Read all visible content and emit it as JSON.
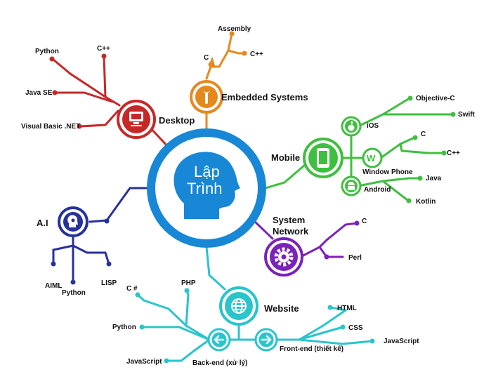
{
  "center": {
    "line1": "Lập",
    "line2": "Trình",
    "color": "#1787d6"
  },
  "branches": {
    "desktop": {
      "label": "Desktop",
      "color": "#c62828",
      "items": [
        "C++",
        "Python",
        "Java SE",
        "Visual Basic .NET"
      ],
      "icon": "monitor-icon"
    },
    "embedded": {
      "label": "Embedded Systems",
      "color": "#e6891d",
      "items": [
        "Assembly",
        "C",
        "C++"
      ],
      "icon": "wrench-icon"
    },
    "mobile": {
      "label": "Mobile",
      "color": "#3fbf3f",
      "icon": "phone-icon",
      "ios": {
        "label": "iOS",
        "icon": "apple-icon",
        "items": [
          "Objective-C",
          "Swift"
        ]
      },
      "windows": {
        "label": "Window Phone",
        "icon": "windows-icon",
        "items": [
          "C",
          "C++"
        ]
      },
      "android": {
        "label": "Android",
        "icon": "android-icon",
        "items": [
          "Java",
          "Kotlin"
        ]
      }
    },
    "network": {
      "line1": "System",
      "line2": "Network",
      "color": "#7b22b8",
      "items": [
        "C",
        "Perl"
      ],
      "icon": "gear-icon"
    },
    "ai": {
      "label": "A.I",
      "color": "#27319b",
      "items": [
        "AIML",
        "Python",
        "LISP"
      ],
      "icon": "brain-icon"
    },
    "website": {
      "label": "Website",
      "color": "#29c4cc",
      "icon": "globe-icon",
      "backend": {
        "label": "Back-end (xử lý)",
        "items": [
          "C #",
          "PHP",
          "Python",
          "JavaScript"
        ]
      },
      "frontend": {
        "label": "Front-end (thiết kế)",
        "items": [
          "HTML",
          "CSS",
          "JavaScript"
        ]
      }
    }
  }
}
